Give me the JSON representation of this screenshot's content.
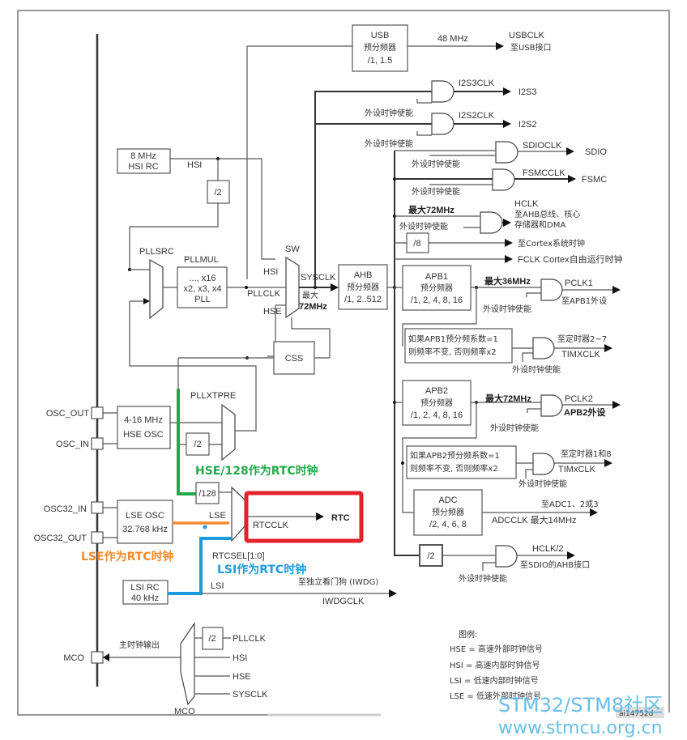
{
  "diagram": {
    "title": "STM32F10x clock tree (RTC clock sources highlighted)",
    "blocks": {
      "hsi_rc": [
        "8 MHz",
        "HSI RC"
      ],
      "hse_osc": [
        "4-16 MHz",
        "HSE OSC"
      ],
      "lse_osc": [
        "LSE OSC",
        "32.768 kHz"
      ],
      "lsi_rc": [
        "LSI RC",
        "40 kHz"
      ],
      "usb_prescaler": [
        "USB",
        "预分频器",
        "/1, 1.5"
      ],
      "pll": [
        "..., x16",
        "x2, x3, x4",
        "PLL"
      ],
      "ahb_prescaler": [
        "AHB",
        "预分频器",
        "/1, 2..512"
      ],
      "apb1_prescaler": [
        "APB1",
        "预分频器",
        "/1, 2, 4, 8, 16"
      ],
      "apb2_prescaler": [
        "APB2",
        "预分频器",
        "/1, 2, 4, 8, 16"
      ],
      "adc_prescaler": [
        "ADC",
        "预分频器",
        "/2, 4, 6, 8"
      ],
      "tim_apb1_note": [
        "如果APB1预分频系数=1",
        "则频率不变, 否则频率x2"
      ],
      "tim_apb2_note": [
        "如果APB2预分频系数=1",
        "则频率不变, 否则频率x2"
      ],
      "css": "CSS",
      "div2": "/2",
      "div8": "/8",
      "div128": "/128"
    },
    "labels": {
      "hsi": "HSI",
      "hse": "HSE",
      "lse": "LSE",
      "lsi": "LSI",
      "pllsrc": "PLLSRC",
      "pllmul": "PLLMUL",
      "pllxtpre": "PLLXTPRE",
      "pllclk": "PLLCLK",
      "sw": "SW",
      "sysclk": "SYSCLK",
      "sysclk_max": [
        "最大",
        "72MHz"
      ],
      "usb_freq": "48 MHz",
      "usbclk": "USBCLK",
      "usb_dest": "至USB接口",
      "i2s3clk": "I2S3CLK",
      "i2s3": "I2S3",
      "i2s2clk": "I2S2CLK",
      "i2s2": "I2S2",
      "sdioclk": "SDIOCLK",
      "sdio": "SDIO",
      "fsmcclk": "FSMCCLK",
      "fsmc": "FSMC",
      "hclk_max": "最大72MHz",
      "hclk": "HCLK",
      "hclk_dest": [
        "至AHB总线、核心",
        "存储器和DMA"
      ],
      "cortex_sys": "至Cortex系统时钟",
      "fclk": "FCLK Cortex自由运行时钟",
      "apb1_max": "最大36MHz",
      "pclk1": "PCLK1",
      "pclk1_dest": "至APB1外设",
      "tim27": "至定时器2~7",
      "timxclk1": "TIMXCLK",
      "apb2_max": "最大72MHz",
      "pclk2": "PCLK2",
      "pclk2_dest": "APB2外设",
      "tim18": "至定时器1和8",
      "timxclk2": "TIMxCLK",
      "adc_dest": "至ADC1、2或3",
      "adcclk": "ADCCLK  最大14MHz",
      "hclk2": "HCLK/2",
      "hclk2_dest": "至SDIO的AHB接口",
      "periph_enable": "外设时钟使能",
      "osc_out": "OSC_OUT",
      "osc_in": "OSC_IN",
      "osc32_in": "OSC32_IN",
      "osc32_out": "OSC32_OUT",
      "rtcclk": "RTCCLK",
      "rtc": "RTC",
      "rtcsel": "RTCSEL[1:0]",
      "iwdg_dest": "至独立看门狗  (IWDG)",
      "iwdgclk": "IWDGCLK",
      "mco": "MCO",
      "mco_out": "主时钟输出",
      "mco_pllclk": "PLLCLK",
      "mco_hsi": "HSI",
      "mco_hse": "HSE",
      "mco_sysclk": "SYSCLK",
      "fig_id": "ai14752d"
    },
    "legend": {
      "title": "图例:",
      "items": [
        "HSE = 高速外部时钟信号",
        "HSI = 高速内部时钟信号",
        "LSI = 低速内部时钟信号",
        "LSE = 低速外部时钟信号"
      ]
    },
    "annotations": {
      "hse128": {
        "text": "HSE/128作为RTC时钟",
        "color": "#22a94a"
      },
      "lse": {
        "text": "LSE作为RTC时钟",
        "color": "#f28a2e"
      },
      "lsi": {
        "text": "LSI作为RTC时钟",
        "color": "#1a9be0"
      },
      "rtc_highlight_color": "#e3222b"
    },
    "watermark": [
      "STM32/STM8社区",
      "www.stmcu.org.cn"
    ]
  }
}
